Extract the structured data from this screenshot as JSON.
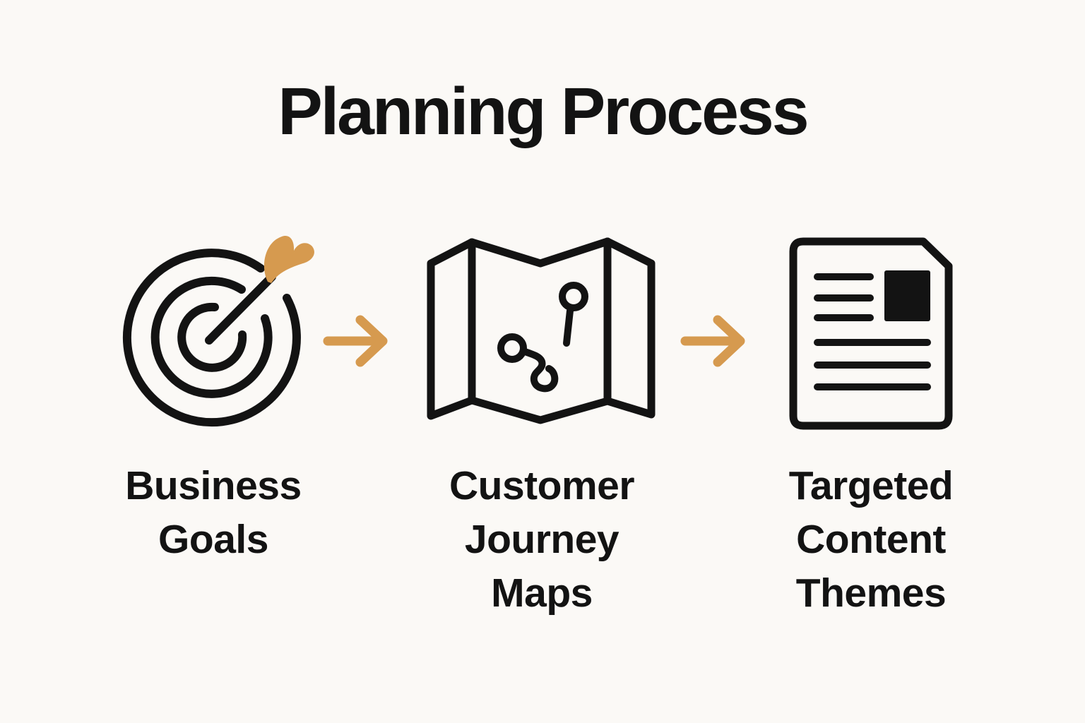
{
  "title": "Planning Process",
  "steps": [
    {
      "id": "business-goals",
      "label": "Business Goals",
      "icon": "target-dart-icon"
    },
    {
      "id": "customer-journey-maps",
      "label": "Customer Journey Maps",
      "icon": "folded-map-route-icon"
    },
    {
      "id": "targeted-content-themes",
      "label": "Targeted Content Themes",
      "icon": "document-lines-icon"
    }
  ],
  "connectors": [
    {
      "icon": "arrow-right-icon"
    },
    {
      "icon": "arrow-right-icon"
    }
  ],
  "colors": {
    "background": "#FBF9F6",
    "ink": "#131313",
    "accent": "#D69A4F"
  }
}
